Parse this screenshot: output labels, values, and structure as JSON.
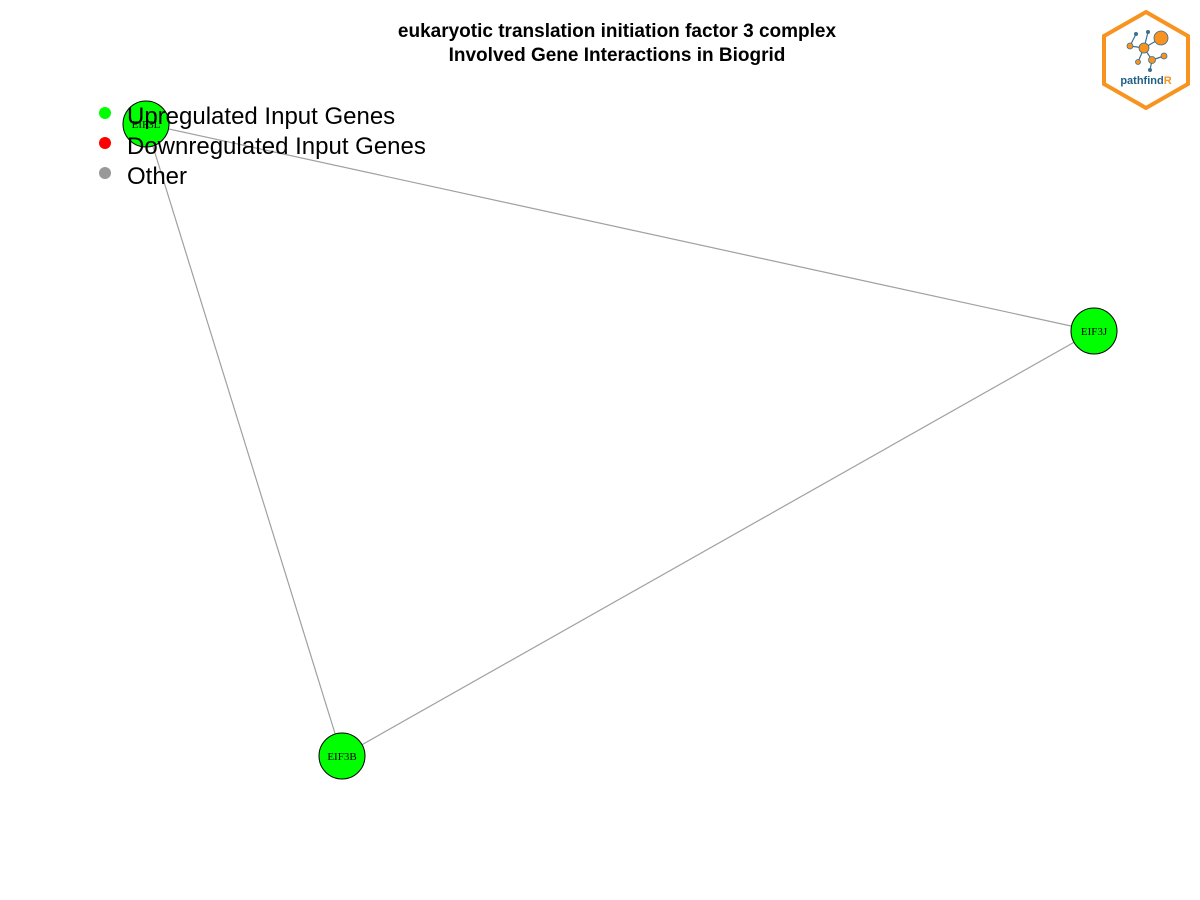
{
  "title": {
    "line1": "eukaryotic translation initiation factor 3 complex",
    "line2": "Involved Gene Interactions in Biogrid"
  },
  "legend": [
    {
      "label": "Upregulated Input Genes",
      "color": "#00ff00"
    },
    {
      "label": "Downregulated Input Genes",
      "color": "#ff0000"
    },
    {
      "label": "Other",
      "color": "#999999"
    }
  ],
  "colors": {
    "node_fill": "#00ff00",
    "node_stroke": "#000000",
    "edge": "#a0a0a0",
    "logo_border": "#f7931e",
    "logo_text": "#1f5f86",
    "logo_accent": "#f7931e"
  },
  "network": {
    "nodes": [
      {
        "id": "EIF3L",
        "label": "EIF3L",
        "status": "upregulated"
      },
      {
        "id": "EIF3J",
        "label": "EIF3J",
        "status": "upregulated"
      },
      {
        "id": "EIF3B",
        "label": "EIF3B",
        "status": "upregulated"
      }
    ],
    "edges": [
      {
        "source": "EIF3L",
        "target": "EIF3J"
      },
      {
        "source": "EIF3L",
        "target": "EIF3B"
      },
      {
        "source": "EIF3J",
        "target": "EIF3B"
      }
    ]
  },
  "logo": {
    "text_main": "pathfind",
    "text_accent": "R"
  }
}
